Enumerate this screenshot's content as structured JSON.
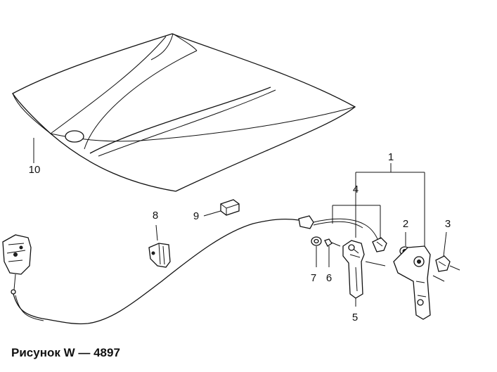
{
  "labels": {
    "p1": "1",
    "p2": "2",
    "p3": "3",
    "p4": "4",
    "p5": "5",
    "p6": "6",
    "p7": "7",
    "p8": "8",
    "p9": "9",
    "p10": "10"
  },
  "caption": "Рисунок W — 4897"
}
